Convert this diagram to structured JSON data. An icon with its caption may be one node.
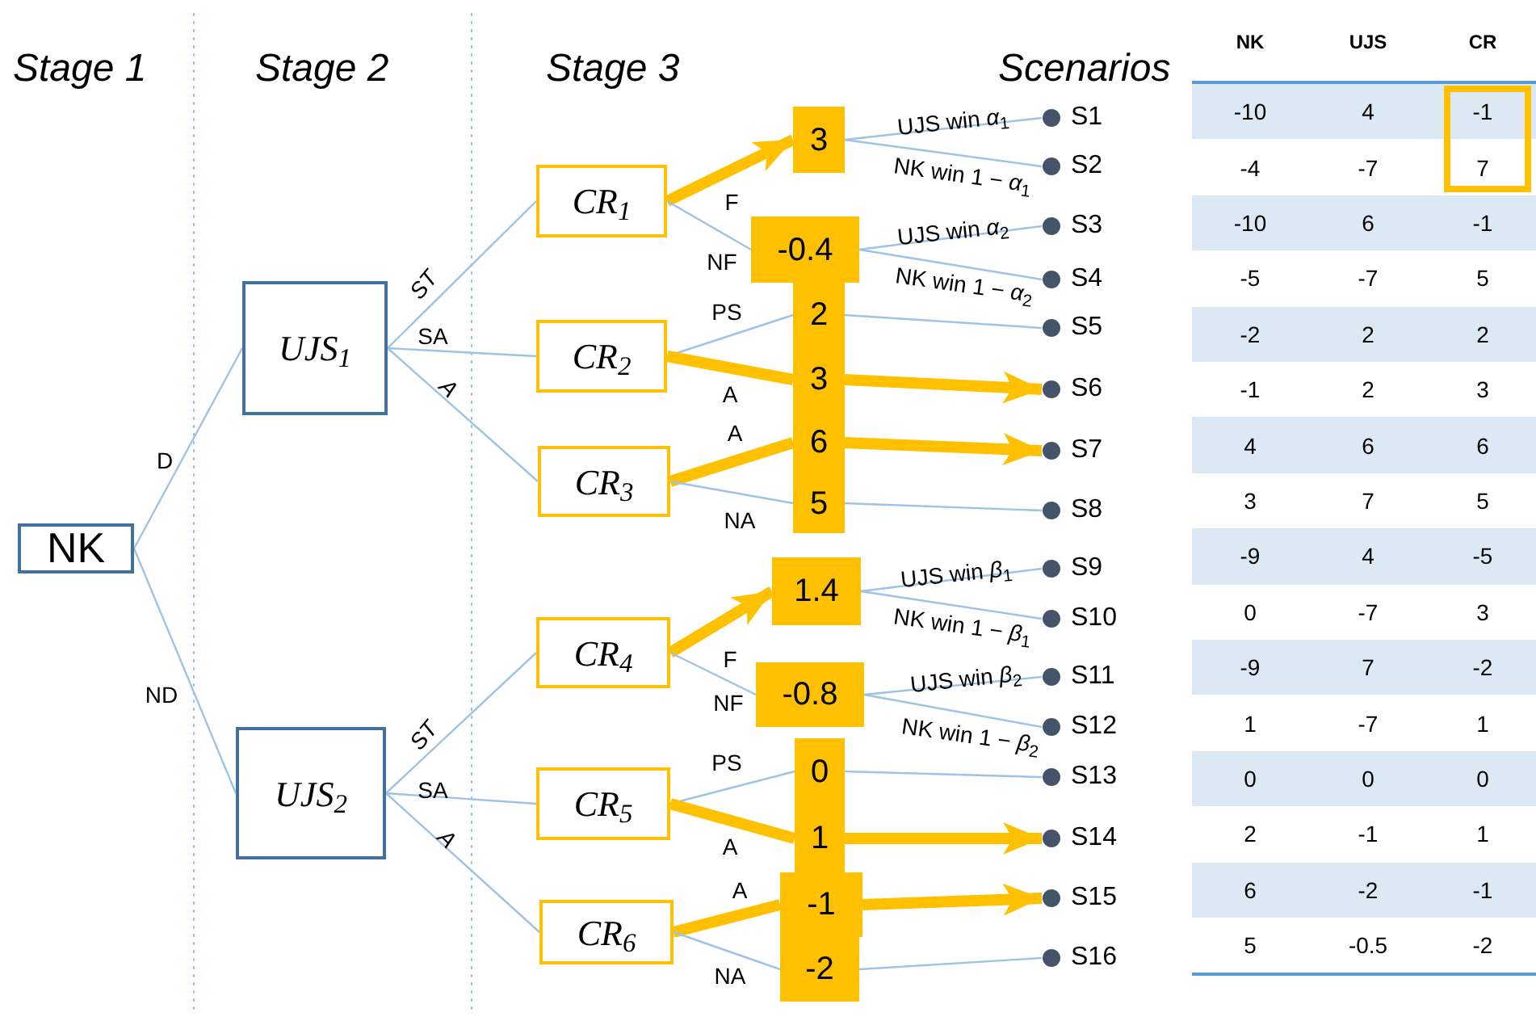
{
  "diagram": {
    "nodes": [
      {
        "text": [
          "NK"
        ]
      },
      {
        "text": [
          "UJS$_{1}$"
        ]
      },
      {
        "text": [
          "UJS$_{2}$"
        ]
      },
      {
        "text": [
          "CR$_{1}$"
        ]
      },
      {
        "text": [
          "CR$_{2}$"
        ]
      },
      {
        "text": [
          "CR$_{3}$"
        ]
      },
      {
        "text": [
          "CR$_{4}$"
        ]
      },
      {
        "text": [
          "CR$_{5}$"
        ]
      },
      {
        "text": [
          "CR$_{6}$"
        ]
      },
      {
        "text": [
          "3"
        ]
      },
      {
        "text": [
          "-0.4"
        ]
      },
      {
        "text": [
          "2"
        ]
      },
      {
        "text": [
          "3"
        ]
      },
      {
        "text": [
          "6"
        ]
      },
      {
        "text": [
          "5"
        ]
      },
      {
        "text": [
          "1.4"
        ]
      },
      {
        "text": [
          "-0.8"
        ]
      },
      {
        "text": [
          "0"
        ]
      },
      {
        "text": [
          "1"
        ]
      },
      {
        "text": [
          "-1"
        ]
      },
      {
        "text": [
          "-2"
        ]
      },
      {
        "text": [
          "S1"
        ]
      },
      {
        "text": [
          "S2"
        ]
      },
      {
        "text": [
          "S3"
        ]
      },
      {
        "text": [
          "S4"
        ]
      },
      {
        "text": [
          "S5"
        ]
      },
      {
        "text": [
          "S6"
        ]
      },
      {
        "text": [
          "S7"
        ]
      },
      {
        "text": [
          "S8"
        ]
      },
      {
        "text": [
          "S9"
        ]
      },
      {
        "text": [
          "S10"
        ]
      },
      {
        "text": [
          "S11"
        ]
      },
      {
        "text": [
          "S12"
        ]
      },
      {
        "text": [
          "S13"
        ]
      },
      {
        "text": [
          "S14"
        ]
      },
      {
        "text": [
          "S15"
        ]
      },
      {
        "text": [
          "S16"
        ]
      }
    ],
    "edges": [
      {
        "from": 0,
        "to": 1,
        "arrow": "none",
        "label": "D"
      },
      {
        "from": 0,
        "to": 2,
        "arrow": "none",
        "label": "ND"
      },
      {
        "from": 1,
        "to": 3,
        "arrow": "none",
        "label": "*ST*"
      },
      {
        "from": 1,
        "to": 4,
        "arrow": "none",
        "label": "SA"
      },
      {
        "from": 1,
        "to": 5,
        "arrow": "none",
        "label": "*A*"
      },
      {
        "from": 2,
        "to": 6,
        "arrow": "none",
        "label": "*ST*"
      },
      {
        "from": 2,
        "to": 7,
        "arrow": "none",
        "label": "SA"
      },
      {
        "from": 2,
        "to": 8,
        "arrow": "none",
        "label": "*A*"
      },
      {
        "from": 3,
        "to": 9,
        "arrow": "to",
        "label": "F",
        "style": "thick",
        "color": "#ffc000"
      },
      {
        "from": 3,
        "to": 10,
        "arrow": "none",
        "label": "NF"
      },
      {
        "from": 9,
        "to": 21,
        "arrow": "none",
        "label": "UJS win *α*$_{1}$"
      },
      {
        "from": 9,
        "to": 22,
        "arrow": "none",
        "label": "NK win 1 − *α*$_{1}$"
      },
      {
        "from": 10,
        "to": 23,
        "arrow": "none",
        "label": "UJS win *α*$_{2}$"
      },
      {
        "from": 10,
        "to": 24,
        "arrow": "none",
        "label": "NK win 1 − *α*$_{2}$"
      },
      {
        "from": 4,
        "to": 11,
        "arrow": "none",
        "label": "PS"
      },
      {
        "from": 11,
        "to": 25,
        "arrow": "none"
      },
      {
        "from": 4,
        "to": 12,
        "arrow": "none",
        "label": "A",
        "style": "thick",
        "color": "#ffc000"
      },
      {
        "from": 12,
        "to": 26,
        "arrow": "to",
        "style": "thick",
        "color": "#ffc000"
      },
      {
        "from": 5,
        "to": 13,
        "arrow": "none",
        "label": "A",
        "style": "thick",
        "color": "#ffc000"
      },
      {
        "from": 13,
        "to": 27,
        "arrow": "to",
        "style": "thick",
        "color": "#ffc000"
      },
      {
        "from": 5,
        "to": 14,
        "arrow": "none",
        "label": "NA"
      },
      {
        "from": 14,
        "to": 28,
        "arrow": "none"
      },
      {
        "from": 6,
        "to": 15,
        "arrow": "to",
        "label": "F",
        "style": "thick",
        "color": "#ffc000"
      },
      {
        "from": 6,
        "to": 16,
        "arrow": "none",
        "label": "NF"
      },
      {
        "from": 15,
        "to": 29,
        "arrow": "none",
        "label": "UJS win *β*$_{1}$"
      },
      {
        "from": 15,
        "to": 30,
        "arrow": "none",
        "label": "NK win 1 − *β*$_{1}$"
      },
      {
        "from": 16,
        "to": 31,
        "arrow": "none",
        "label": "UJS win *β*$_{2}$"
      },
      {
        "from": 16,
        "to": 32,
        "arrow": "none",
        "label": "NK win 1 − *β*$_{2}$"
      },
      {
        "from": 7,
        "to": 17,
        "arrow": "none",
        "label": "PS"
      },
      {
        "from": 17,
        "to": 33,
        "arrow": "none"
      },
      {
        "from": 7,
        "to": 18,
        "arrow": "none",
        "label": "A",
        "style": "thick",
        "color": "#ffc000"
      },
      {
        "from": 18,
        "to": 34,
        "arrow": "to",
        "style": "thick",
        "color": "#ffc000"
      },
      {
        "from": 8,
        "to": 19,
        "arrow": "none",
        "label": "A",
        "style": "thick",
        "color": "#ffc000"
      },
      {
        "from": 19,
        "to": 35,
        "arrow": "to",
        "style": "thick",
        "color": "#ffc000"
      },
      {
        "from": 8,
        "to": 20,
        "arrow": "none",
        "label": "NA"
      },
      {
        "from": 20,
        "to": 36,
        "arrow": "none"
      }
    ],
    "labels": [
      "Stage 1",
      "Stage 2",
      "Stage 3",
      "Scenarios",
      "NK",
      "UJS",
      "CR",
      "-10",
      "4",
      "-1",
      "-4",
      "-7",
      "7",
      "-10",
      "6",
      "-1",
      "-5",
      "-7",
      "5",
      "-2",
      "2",
      "2",
      "-1",
      "2",
      "3",
      "4",
      "6",
      "6",
      "3",
      "7",
      "5",
      "-9",
      "4",
      "-5",
      "0",
      "-7",
      "3",
      "-9",
      "7",
      "-2",
      "1",
      "-7",
      "1",
      "0",
      "0",
      "0",
      "2",
      "-1",
      "1",
      "6",
      "-2",
      "-1",
      "5",
      "-0.5",
      "-2"
    ]
  }
}
